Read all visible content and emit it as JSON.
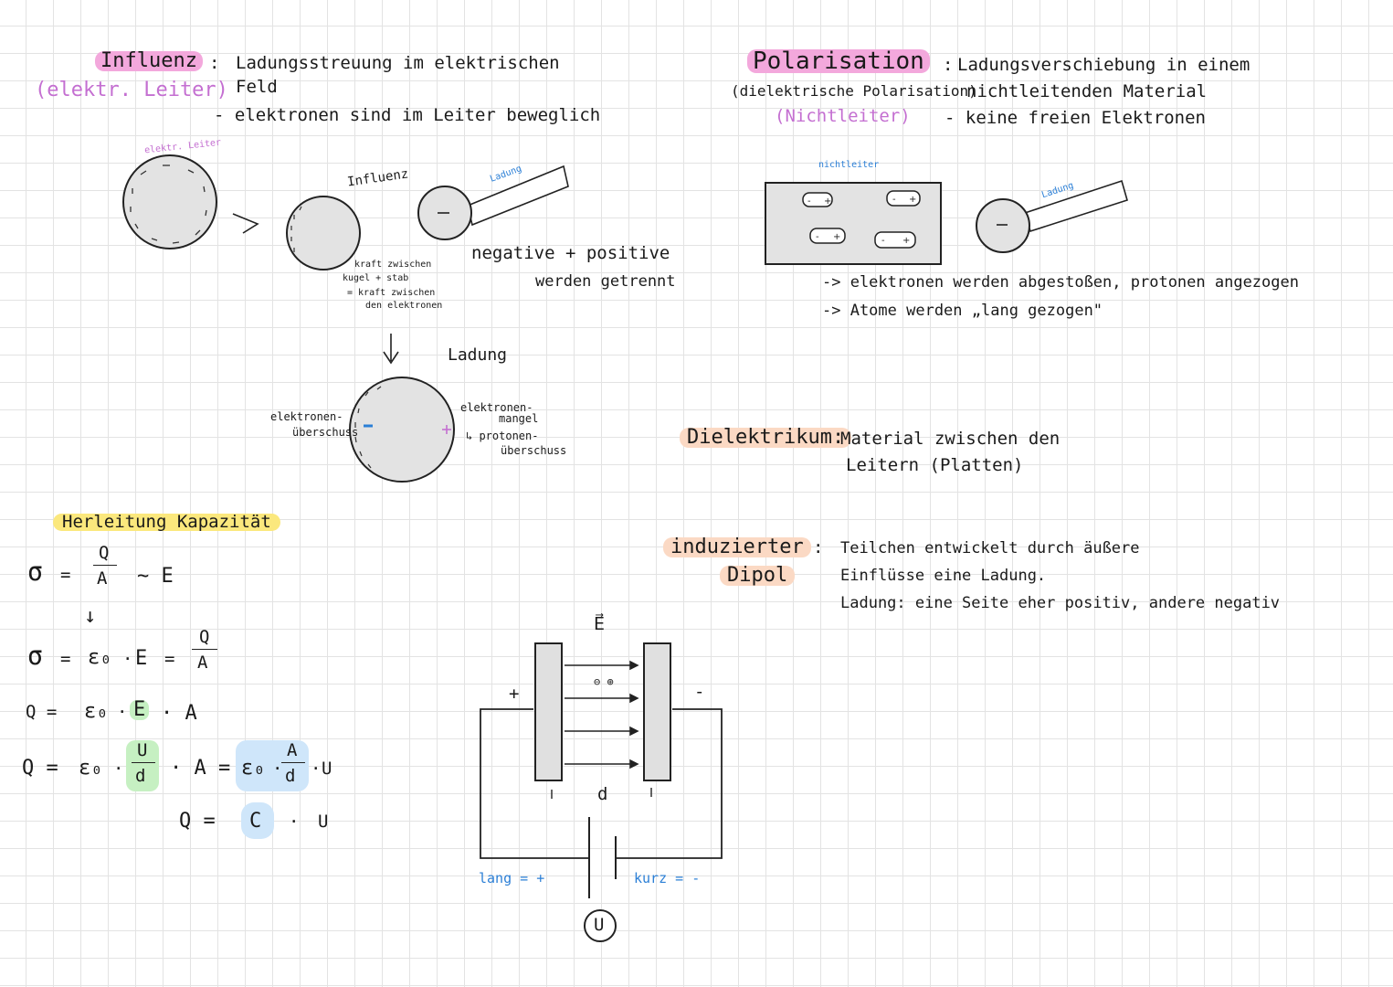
{
  "influenz": {
    "title": "Influenz",
    "subtitle": "(elektr. Leiter)",
    "colon": ":",
    "def_line1": "Ladungsstreuung   im  elektrischen",
    "def_line2": "Feld",
    "def_line3": "-  elektronen   sind  im   Leiter  beweglich",
    "label_leiter": "elektr. Leiter",
    "label_influenz": "Influenz",
    "label_ladung_small": "Ladung",
    "force_l1": "kraft  zwischen",
    "force_l2": "kugel +  stab",
    "force_l3": "= kraft  zwischen",
    "force_l4": "den  elektronen",
    "neg_pos_l1": "negative  + positive",
    "neg_pos_l2": "werden  getrennt",
    "ladung_label": "Ladung",
    "ueberschuss_l1": "elektronen-",
    "ueberschuss_l2": "überschuss",
    "mangel_l1": "elektronen-",
    "mangel_l2": "mangel",
    "mangel_l3": "↳ protonen-",
    "mangel_l4": "überschuss"
  },
  "polarisation": {
    "title": "Polarisation",
    "colon": ":",
    "sub1": "(dielektrische  Polarisation)",
    "sub2": "(Nichtleiter)",
    "def_line1": "Ladungsverschiebung   in  einem",
    "def_line2": "nichtleitenden      Material",
    "def_line3": "-  keine   freien   Elektronen",
    "label_nichtleiter": "nichtleiter",
    "label_ladung": "Ladung",
    "arrow_line1": "-> elektronen   werden  abgestoßen, protonen   angezogen",
    "arrow_line2": "->   Atome    werden    „lang  gezogen\""
  },
  "dielektrikum": {
    "title": "Dielektrikum:",
    "line1": "Material  zwischen   den",
    "line2": "Leitern  (Platten)"
  },
  "dipol": {
    "title1": "induzierter",
    "title2": "Dipol",
    "colon": ":",
    "line1": "Teilchen   entwickelt   durch   äußere",
    "line2": "Einflüsse  eine   Ladung.",
    "line3": "Ladung:  eine  Seite   eher  positiv, andere  negativ"
  },
  "herleitung": {
    "title": "Herleitung  Kapazität",
    "sigma": "σ",
    "eq": "=",
    "Q": "Q",
    "A": "A",
    "propE": "~ E",
    "down": "↓",
    "eps0": "ε₀",
    "dot": "·",
    "E": "E",
    "line3_left": "Q =",
    "line3_rest": "· A",
    "U": "U",
    "d": "d",
    "C": "C",
    "Qeq": "Q =",
    "Aeq": "· A ="
  },
  "circuit": {
    "E_label": "E⃗",
    "plus": "+",
    "minus": "-",
    "d_label": "d",
    "lang": "lang =  +",
    "kurz": "kurz  =  -",
    "U": "U",
    "particle": "⊖ ⊕"
  },
  "colors": {
    "pink_highlight": "#f3a8dc",
    "yellow_highlight": "#fbe87d",
    "peach_highlight": "#fbd9c4",
    "green_highlight": "#c6f0c2",
    "blue_highlight": "#cfe6fa",
    "purple_text": "#c46fd1",
    "blue_text": "#2b7fd6",
    "sphere_fill": "#e3e3e3",
    "plate_fill": "#e0e0e0"
  }
}
